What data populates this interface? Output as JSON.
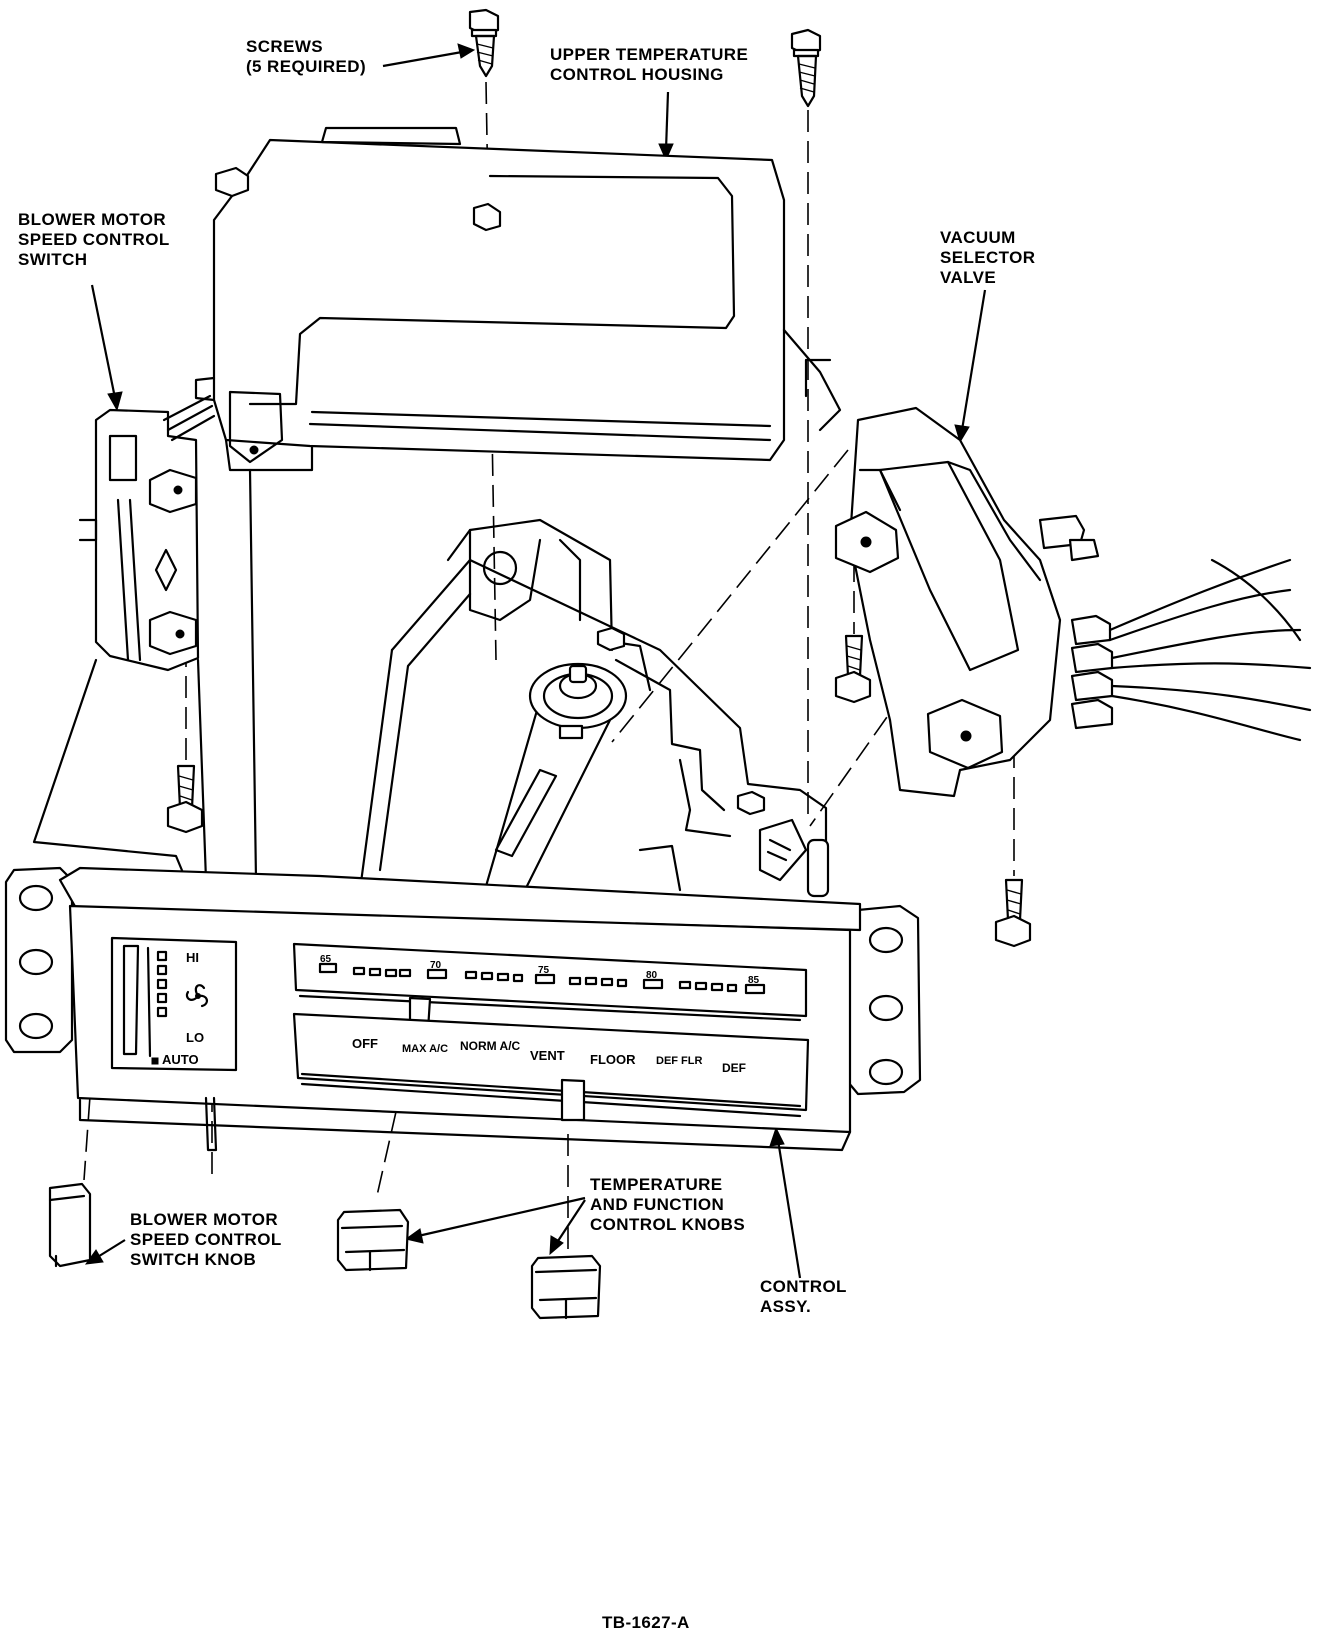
{
  "labels": {
    "screws": [
      "SCREWS",
      "(5 REQUIRED)"
    ],
    "upper_housing": [
      "UPPER TEMPERATURE",
      "CONTROL HOUSING"
    ],
    "blower_switch": [
      "BLOWER MOTOR",
      "SPEED CONTROL",
      "SWITCH"
    ],
    "vacuum_valve": [
      "VACUUM",
      "SELECTOR",
      "VALVE"
    ],
    "temp_function_knobs": [
      "TEMPERATURE",
      "AND FUNCTION",
      "CONTROL KNOBS"
    ],
    "blower_knob": [
      "BLOWER MOTOR",
      "SPEED CONTROL",
      "SWITCH KNOB"
    ],
    "control_assy": [
      "CONTROL",
      "ASSY."
    ],
    "figure_id": "TB-1627-A"
  },
  "panel": {
    "blower": {
      "hi": "HI",
      "lo": "LO",
      "auto": "AUTO"
    },
    "temp_scale": [
      "65",
      "70",
      "75",
      "80",
      "85"
    ],
    "functions": [
      "OFF",
      "MAX A/C",
      "NORM A/C",
      "VENT",
      "FLOOR",
      "DEF FLR",
      "DEF"
    ]
  }
}
